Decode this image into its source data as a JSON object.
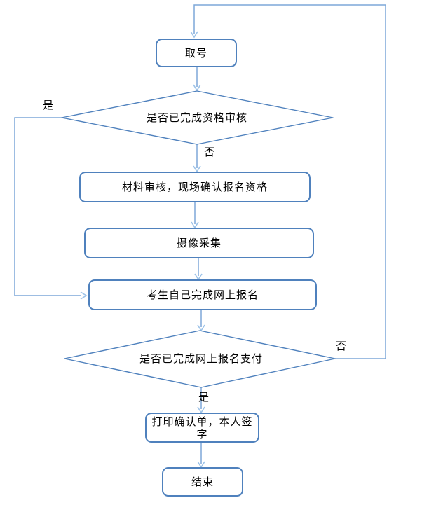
{
  "diagram": {
    "nodes": {
      "take_number": {
        "label": "取号"
      },
      "qualification_check": {
        "label": "是否已完成资格审核"
      },
      "material_review": {
        "label": "材料审核，现场确认报名资格"
      },
      "photo_capture": {
        "label": "摄像采集"
      },
      "online_registration": {
        "label": "考生自己完成网上报名"
      },
      "payment_check": {
        "label": "是否已完成网上报名支付"
      },
      "print_confirmation": {
        "label": "打印确认单，本人签字"
      },
      "end": {
        "label": "结束"
      }
    },
    "edge_labels": {
      "yes_left": "是",
      "no_down": "否",
      "no_right": "否",
      "yes_down": "是"
    },
    "colors": {
      "shape_border": "#4f81bd",
      "connector": "#7da7d8",
      "arrowhead": "#9cc2e8",
      "text": "#000000",
      "background": "#ffffff"
    }
  }
}
